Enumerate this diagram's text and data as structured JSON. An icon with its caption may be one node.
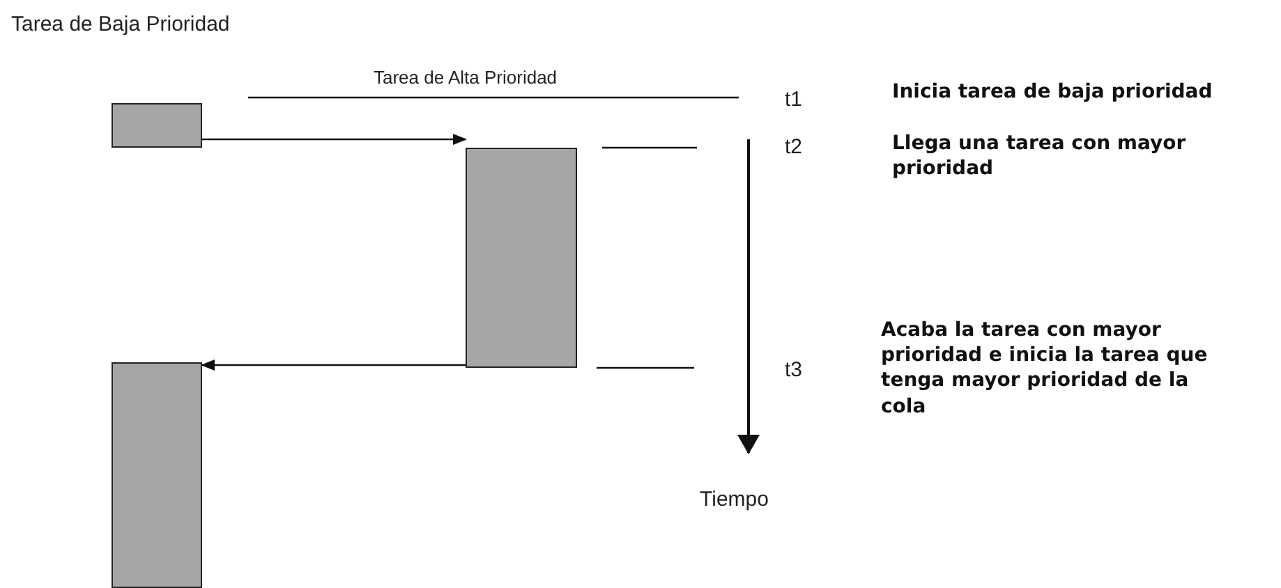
{
  "diagram": {
    "nodes": [
      {
        "text": [],
        "shape": "box"
      },
      {
        "text": [],
        "shape": "box"
      },
      {
        "text": [],
        "shape": "box"
      }
    ],
    "edges": [
      {
        "from": 0,
        "to": 1,
        "arrow": "to"
      },
      {
        "from": 1,
        "to": 2,
        "arrow": "to"
      }
    ],
    "labels": [
      "Tarea de Baja Prioridad",
      "Tarea de Alta Prioridad",
      "t1",
      "Inicia tarea de baja prioridad",
      "t2",
      "Llega una tarea con mayor prioridad",
      "t3",
      "Acaba la tarea con mayor prioridad e inicia la tarea que tenga mayor prioridad de la cola",
      "Tiempo"
    ]
  }
}
